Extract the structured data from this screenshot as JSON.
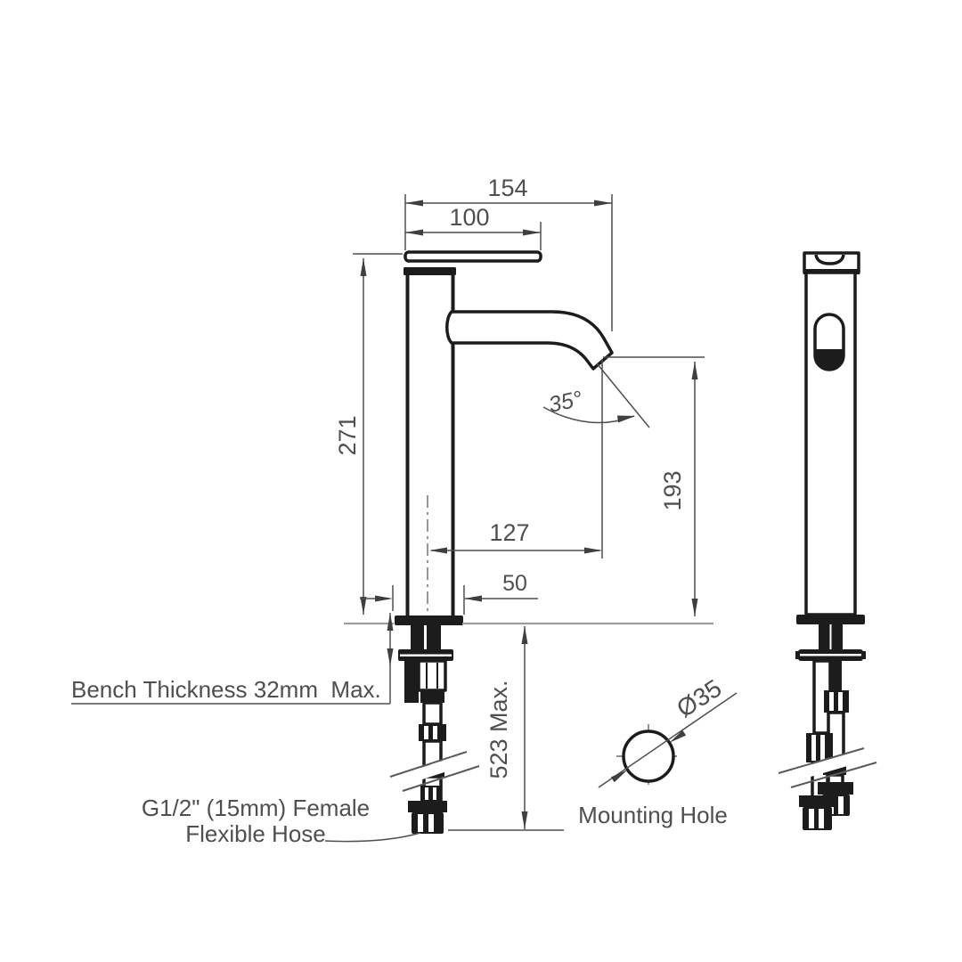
{
  "drawing": {
    "type": "technical-dimension-drawing",
    "subject": "tall basin mixer tap - front and side elevations with mounting hole detail",
    "dims": {
      "overall_reach": "154",
      "handle_length": "100",
      "body_height": "271",
      "spout_angle": "35°",
      "outlet_height": "193",
      "spout_reach": "127",
      "base_width": "50",
      "hose_drop": "523 Max.",
      "hole_diameter": "Ø35"
    },
    "notes": {
      "bench_thickness": "Bench Thickness 32mm  Max.",
      "hose_spec_line1": "G1/2\" (15mm) Female",
      "hose_spec_line2": "Flexible Hose",
      "mounting_hole": "Mounting Hole"
    },
    "colors": {
      "outline": "#1c1c1c",
      "dimension": "#4f4f4f",
      "bench_line": "#9c9c9c",
      "background": "#ffffff"
    }
  }
}
